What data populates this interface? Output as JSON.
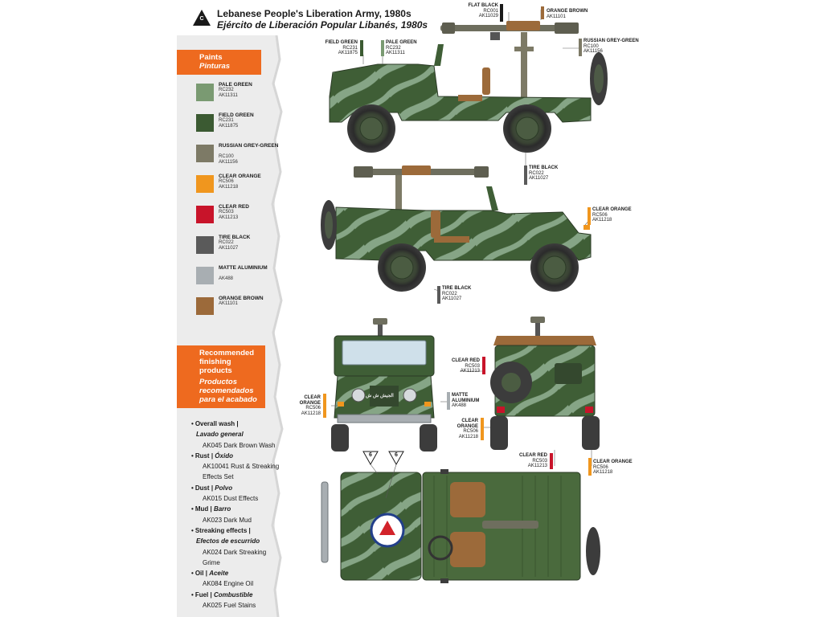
{
  "header": {
    "badge_letter": "C",
    "title_en": "Lebanese People's Liberation Army, 1980s",
    "title_es": "Ejército de Liberación Popular Libanés, 1980s"
  },
  "paints_section": {
    "label_en": "Paints",
    "label_es": "Pinturas"
  },
  "paints": [
    {
      "name": "PALE GREEN",
      "rc": "RC232",
      "ak": "AK11311",
      "color": "#7a9a72"
    },
    {
      "name": "FIELD GREEN",
      "rc": "RC231",
      "ak": "AK11875",
      "color": "#3b5a32"
    },
    {
      "name": "RUSSIAN GREY-GREEN",
      "rc": "RC100",
      "ak": "AK11156",
      "color": "#7d7a66"
    },
    {
      "name": "CLEAR ORANGE",
      "rc": "RC506",
      "ak": "AK11218",
      "color": "#f0961e"
    },
    {
      "name": "CLEAR RED",
      "rc": "RC503",
      "ak": "AK11213",
      "color": "#c8142a"
    },
    {
      "name": "TIRE BLACK",
      "rc": "RC022",
      "ak": "AK11027",
      "color": "#5a5a5a"
    },
    {
      "name": "MATTE ALUMINIUM",
      "rc": "",
      "ak": "AK488",
      "color": "#a8aeb2"
    },
    {
      "name": "ORANGE BROWN",
      "rc": "",
      "ak": "AK11101",
      "color": "#9c6a3a"
    }
  ],
  "finishing_section": {
    "label_en": "Recommended finishing products",
    "label_es": "Productos recomendados para el acabado"
  },
  "finishing": [
    {
      "cat_en": "Overall wash |",
      "cat_es": "Lavado general",
      "product": "AK045 Dark Brown Wash"
    },
    {
      "cat_en": "Rust |",
      "cat_es": "Óxido",
      "product": "AK10041 Rust & Streaking Effects Set"
    },
    {
      "cat_en": "Dust |",
      "cat_es": "Polvo",
      "product": "AK015 Dust Effects"
    },
    {
      "cat_en": "Mud |",
      "cat_es": "Barro",
      "product": "AK023 Dark Mud"
    },
    {
      "cat_en": "Streaking effects |",
      "cat_es": "Efectos de escurrido",
      "product": "AK024 Dark Streaking Grime"
    },
    {
      "cat_en": "Oil |",
      "cat_es": "Aceite",
      "product": "AK084 Engine Oil"
    },
    {
      "cat_en": "Fuel |",
      "cat_es": "Combustible",
      "product": "AK025 Fuel Stains"
    }
  ],
  "callouts": {
    "flat_black": {
      "name": "FLAT BLACK",
      "rc": "RC001",
      "ak": "AK11029"
    },
    "orange_brown": {
      "name": "ORANGE BROWN",
      "ak": "AK11101"
    },
    "field_green": {
      "name": "FIELD GREEN",
      "rc": "RC231",
      "ak": "AK11875"
    },
    "pale_green": {
      "name": "PALE GREEN",
      "rc": "RC232",
      "ak": "AK11311"
    },
    "russian_grey_green": {
      "name": "RUSSIAN GREY-GREEN",
      "rc": "RC100",
      "ak": "AK11156"
    },
    "tire_black_1": {
      "name": "TIRE BLACK",
      "rc": "RC022",
      "ak": "AK11027"
    },
    "clear_orange_1": {
      "name": "CLEAR ORANGE",
      "rc": "RC506",
      "ak": "AK11218"
    },
    "tire_black_2": {
      "name": "TIRE BLACK",
      "rc": "RC022",
      "ak": "AK11027"
    },
    "clear_red_1": {
      "name": "CLEAR RED",
      "rc": "RC503",
      "ak": "AK11213"
    },
    "clear_orange_2": {
      "name": "CLEAR ORANGE",
      "rc": "RC506",
      "ak": "AK11218"
    },
    "matte_aluminium": {
      "name": "MATTE ALUMINIUM",
      "ak": "AK488"
    },
    "clear_orange_3": {
      "name": "CLEAR ORANGE",
      "rc": "RC506",
      "ak": "AK11218"
    },
    "clear_red_2": {
      "name": "CLEAR RED",
      "rc": "RC503",
      "ak": "AK11213"
    },
    "clear_orange_4": {
      "name": "CLEAR ORANGE",
      "rc": "RC506",
      "ak": "AK11218"
    }
  },
  "decal_markers": [
    "6",
    "6"
  ],
  "hood_text": "ﺍﻟﺠﻴﺶ ﺵ ﺵ"
}
